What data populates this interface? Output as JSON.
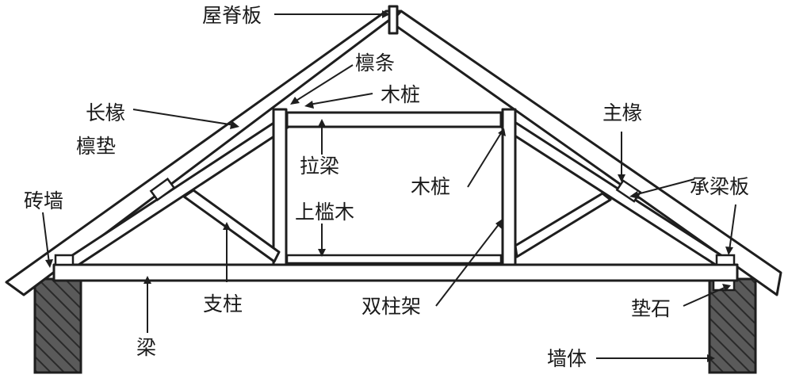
{
  "diagram": {
    "labels": {
      "ridge_board": "屋脊板",
      "purlin": "檩条",
      "wood_stake_top": "木桩",
      "long_rafter": "长椽",
      "purlin_pad": "檩垫",
      "main_rafter": "主椽",
      "tie_beam": "拉梁",
      "wood_stake_mid": "木桩",
      "bearing_board": "承梁板",
      "brick_wall": "砖墙",
      "upper_sill": "上槛木",
      "strut": "支柱",
      "double_post_frame": "双柱架",
      "pad_stone": "垫石",
      "beam": "梁",
      "wall_body": "墙体"
    }
  }
}
